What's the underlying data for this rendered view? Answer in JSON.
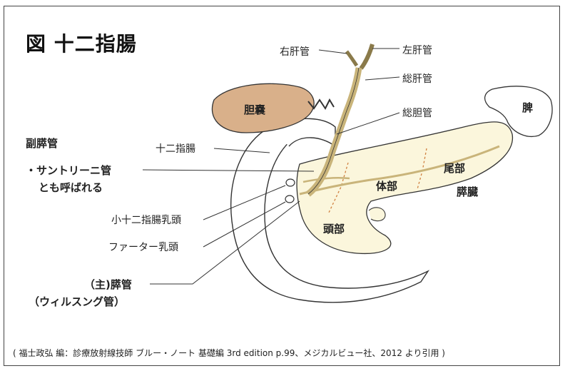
{
  "figure": {
    "title": "図 十二指腸",
    "citation": "( 福士政弘 編：診療放射線技師 ブルー・ノート 基礎編 3rd edition p.99、メジカルビュー社、2012 より引用 )"
  },
  "labels": {
    "right_hepatic_duct": "右肝管",
    "left_hepatic_duct": "左肝管",
    "common_hepatic_duct": "総肝管",
    "common_bile_duct": "総胆管",
    "gallbladder": "胆嚢",
    "spleen": "脾",
    "accessory_duct": "副膵管",
    "duodenum": "十二指腸",
    "santorini_line1": "・サントリーニ管",
    "santorini_line2": "とも呼ばれる",
    "minor_papilla": "小十二指腸乳頭",
    "vater_papilla": "ファーター乳頭",
    "main_duct_line1": "（主)膵管",
    "main_duct_line2": "（ウィルスング管）",
    "body": "体部",
    "tail": "尾部",
    "head": "頭部",
    "pancreas": "膵臓"
  },
  "colors": {
    "gallbladder_fill": "#d9b08a",
    "pancreas_fill": "#fbf6dc",
    "duct_fill": "#efe2a8",
    "line": "#333333"
  }
}
